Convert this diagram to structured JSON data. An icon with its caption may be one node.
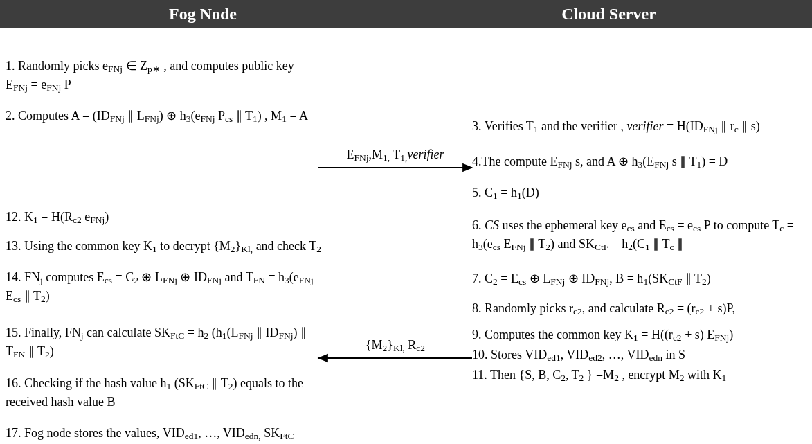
{
  "diagram": {
    "nodes": [
      {
        "text": [
          "Fog Node"
        ]
      },
      {
        "text": [
          "Cloud Server"
        ]
      },
      {
        "text": [
          "1. Randomly picks e$_{FNj}$ ∈ Z$_{p∗}$ , and computes public key E$_{FNj}$ = e$_{FNj}$ P"
        ]
      },
      {
        "text": [
          "2. Computes A = (ID$_{FNj}$ ∥ L$_{FNj}$) ⊕ h$_{3}$(e$_{FNj}$ P$_{cs}$ ∥ T$_{1}$) , M$_{1}$ = A"
        ]
      },
      {
        "text": [
          "12. K$_{1}$ = H(R$_{c2}$ e$_{FNj}$)"
        ]
      },
      {
        "text": [
          "13. Using the common key K$_{1}$ to decrypt {M$_{2}$}$_{Kl,}$ and check T$_{2}$"
        ]
      },
      {
        "text": [
          "14. FN$_{j}$ computes E$_{cs}$ = C$_{2}$ ⊕ L$_{FNj}$ ⊕ ID$_{FNj}$ and T$_{FN}$ = h$_{3}$(e$_{FNj}$ E$_{cs}$ ∥ T$_{2}$)"
        ]
      },
      {
        "text": [
          "15. Finally, FN$_{j}$ can calculate SK$_{FtC}$ = h$_{2}$ (h$_{1}$(L$_{FNj}$ ∥ ID$_{FNj}$) ∥ T$_{FN}$ ∥ T$_{2}$)"
        ]
      },
      {
        "text": [
          "16. Checking if the hash value h$_{1}$ (SK$_{FtC}$ ∥ T$_{2}$) equals to the received hash value B"
        ]
      },
      {
        "text": [
          "17. Fog node stores the values, VID$_{ed1}$, …, VID$_{edn,}$ SK$_{FtC}$"
        ]
      },
      {
        "text": [
          "3. Verifies T$_{1}$ and the verifier , *verifier* = H(ID$_{FNj}$ ∥ r$_{c}$ ∥ s)"
        ]
      },
      {
        "text": [
          "4.The compute E$_{FNj}$ s, and A ⊕ h$_{3}$(E$_{FNj}$ s ∥ T$_{1}$) = D"
        ]
      },
      {
        "text": [
          "5. C$_{1}$ = h$_{1}$(D)"
        ]
      },
      {
        "text": [
          "6. *CS* uses the ephemeral key e$_{cs}$ and E$_{cs}$ = e$_{cs}$ P to compute T$_{c}$ = h$_{3}$(e$_{cs}$ E$_{FNj}$ ∥ T$_{2}$) and SK$_{CtF}$ = h$_{2}$(C$_{1}$ ∥ T$_{c}$ ∥"
        ]
      },
      {
        "text": [
          "7. C$_{2}$ = E$_{cs}$ ⊕ L$_{FNj}$ ⊕ ID$_{FNj}$, B = h$_{1}$(SK$_{CtF}$ ∥ T$_{2}$)"
        ]
      },
      {
        "text": [
          "8. Randomly picks r$_{c2}$, and calculate R$_{c2}$ = (r$_{c2}$ + s)P,"
        ]
      },
      {
        "text": [
          "9. Computes the common key K$_{1}$ = H((r$_{c2}$ + s) E$_{FNj}$)"
        ]
      },
      {
        "text": [
          "10. Stores VID$_{ed1}$, VID$_{ed2}$, …, VID$_{edn}$ in S"
        ]
      },
      {
        "text": [
          "11. Then {S, B, C$_{2}$, T$_{2}$ } =M$_{2}$ , encrypt M$_{2}$ with K$_{1}$"
        ]
      }
    ],
    "edges": [
      {
        "from": 3,
        "to": 11,
        "arrow": "to",
        "label": "E$_{FNj}$,M$_{1,}$ T$_{1,}$*verifier*"
      },
      {
        "from": 17,
        "to": 7,
        "arrow": "to",
        "label": "{M$_{2}$}$_{Kl,}$ R$_{c2}$"
      }
    ]
  }
}
